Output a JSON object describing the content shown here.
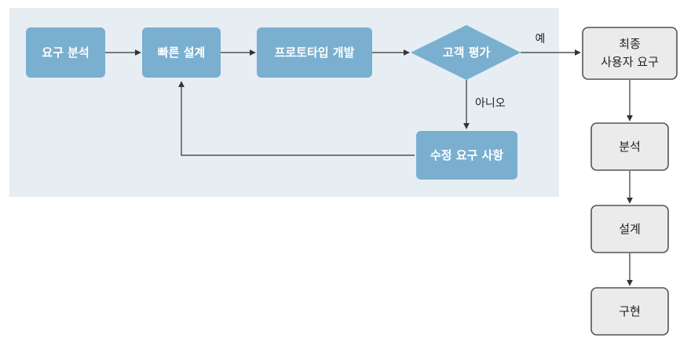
{
  "process": {
    "requirements_analysis": "요구 분석",
    "quick_design": "빠른 설계",
    "prototype_dev": "프로토타입 개발",
    "customer_eval": "고객 평가",
    "revision": "수정 요구 사항"
  },
  "labels": {
    "yes": "예",
    "no": "아니오"
  },
  "final": {
    "requirements_line1": "최종",
    "requirements_line2": "사용자 요구",
    "analysis": "분석",
    "design": "설계",
    "implementation": "구현"
  },
  "colors": {
    "panel_bg": "#e6eef4",
    "process_box": "#7aafcf",
    "final_box": "#ebebeb",
    "final_border": "#555555"
  }
}
